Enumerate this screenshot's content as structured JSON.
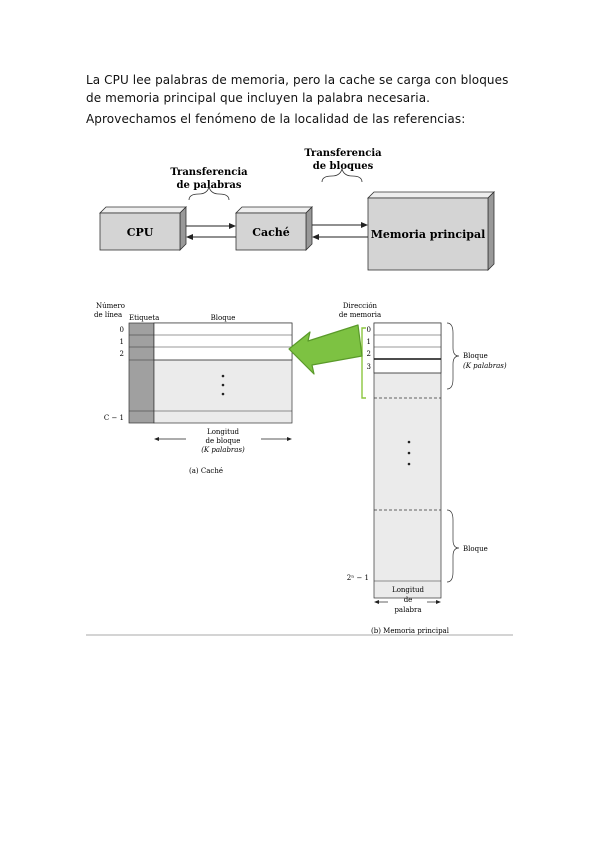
{
  "text": {
    "paragraph1": "La CPU lee palabras de memoria, pero la cache se carga con bloques de memoria principal que incluyen la palabra necesaria.",
    "paragraph2": "Aprovechamos el fenómeno de la localidad de las referencias:"
  },
  "top_diagram": {
    "cpu": "CPU",
    "cache": "Caché",
    "main_memory": "Memoria principal",
    "word_transfer": [
      "Transferencia",
      "de palabras"
    ],
    "block_transfer": [
      "Transferencia",
      "de bloques"
    ]
  },
  "bottom_diagram": {
    "line_number_header": [
      "Número",
      "de línea"
    ],
    "tag_header": "Etiqueta",
    "block_header": "Bloque",
    "line_labels": [
      "0",
      "1",
      "2",
      "C − 1"
    ],
    "block_length": [
      "Longitud",
      "de bloque",
      "(K palabras)"
    ],
    "caption_a": "(a) Caché",
    "address_header": [
      "Dirección",
      "de memoria"
    ],
    "address_labels": [
      "0",
      "1",
      "2",
      "3",
      "2ⁿ − 1"
    ],
    "block_brace_label": [
      "Bloque",
      "(K palabras)"
    ],
    "block_label_2": "Bloque",
    "word_length": [
      "Longitud",
      "de",
      "palabra"
    ],
    "caption_b": "(b) Memoria principal"
  },
  "colors": {
    "box_fill": "#d4d4d4",
    "tag_fill": "#a0a0a0",
    "block_fill": "#ebebeb",
    "arrow_fill": "#7dc242",
    "arrow_stroke": "#5a9a2a",
    "bracket_color": "#8cc63f"
  },
  "icons": [
    "green-arrow-icon",
    "brace-icon",
    "arrow-left-icon",
    "arrow-right-icon"
  ]
}
